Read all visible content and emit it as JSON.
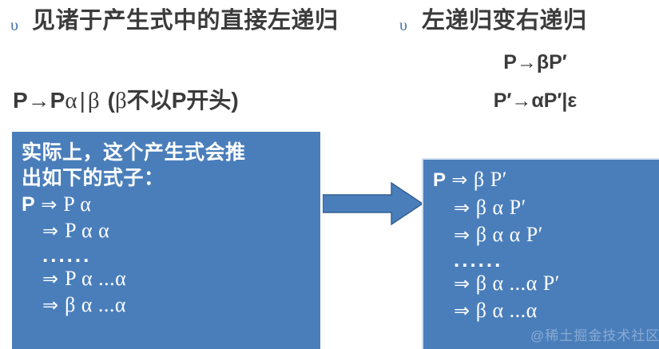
{
  "slide": {
    "background_color": "#ffffff",
    "box_fill_color": "#4a7ebb",
    "bullet_color": "#4472a8",
    "text_color": "#3b3b3b"
  },
  "left": {
    "bullet": "υ",
    "heading": "见诸于产生式中的直接左递归",
    "formula": {
      "lhs": "P→P",
      "alpha": "α",
      "bar": "|",
      "beta1": "β",
      "note_open": "(",
      "note_beta": "β",
      "note_text": "不以P开头",
      "note_close": ")",
      "full": "P→Pα|β (β不以P开头)"
    },
    "box": {
      "intro_line1": "实际上，这个产生式会推",
      "intro_line2": "出如下的式子：",
      "derivations": [
        {
          "prefix": "P",
          "arrow": "⇒",
          "rhs": "P α",
          "indented": false
        },
        {
          "prefix": "",
          "arrow": "⇒",
          "rhs": "P α α",
          "indented": true
        },
        {
          "prefix": "",
          "arrow": "",
          "rhs": "......",
          "indented": true,
          "is_dots": true
        },
        {
          "prefix": "",
          "arrow": "⇒",
          "rhs": "P α ...α",
          "indented": true
        },
        {
          "prefix": "",
          "arrow": "⇒",
          "rhs": "β α ...α",
          "indented": true
        }
      ]
    }
  },
  "right": {
    "bullet": "υ",
    "heading": "左递归变右递归",
    "formula1": "P→βP′",
    "formula2": "P′→αP′|ε",
    "box": {
      "derivations": [
        {
          "prefix": "P",
          "arrow": "⇒",
          "rhs": "β P′",
          "indented": false
        },
        {
          "prefix": "",
          "arrow": "⇒",
          "rhs": "β α P′",
          "indented": true
        },
        {
          "prefix": "",
          "arrow": "⇒",
          "rhs": "β α α P′",
          "indented": true
        },
        {
          "prefix": "",
          "arrow": "",
          "rhs": "......",
          "indented": true,
          "is_dots": true
        },
        {
          "prefix": "",
          "arrow": "⇒",
          "rhs": "β α ...α P′",
          "indented": true
        },
        {
          "prefix": "",
          "arrow": "⇒",
          "rhs": "β α ...α",
          "indented": true
        }
      ]
    }
  },
  "arrow": {
    "direction": "right",
    "color": "#4a7ebb",
    "border_color": "#2f5d8f"
  },
  "watermark": {
    "text": "@稀土掘金技术社区"
  }
}
